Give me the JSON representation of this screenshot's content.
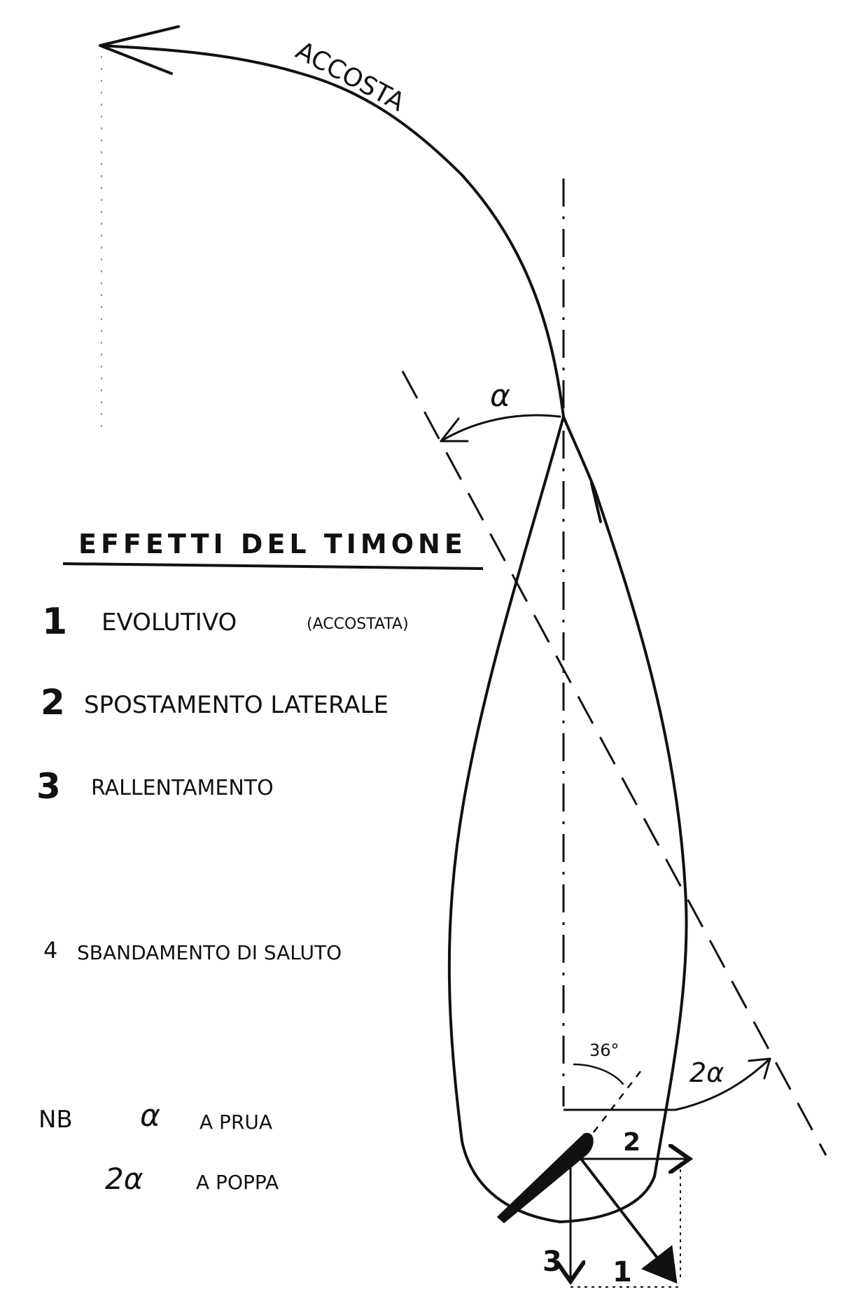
{
  "diagram": {
    "path_label": "ACCOSTA",
    "rudder_angle_label": "α",
    "stern_angle_label": "2α",
    "degrees_label": "36°",
    "title": "EFFETTI DEL TIMONE",
    "effects": [
      {
        "num": "1",
        "label": "EVOLUTIVO",
        "note": "(ACCOSTATA)"
      },
      {
        "num": "2",
        "label": "SPOSTAMENTO LATERALE"
      },
      {
        "num": "3",
        "label": "RALLENTAMENTO"
      },
      {
        "num": "4",
        "label": "SBANDAMENTO DI SALUTO"
      }
    ],
    "vectors": {
      "v1": "1",
      "v2": "2",
      "v3": "3"
    },
    "note": {
      "nb": "NB",
      "line1_symbol": "α",
      "line1_text": "A PRUA",
      "line2_symbol": "2α",
      "line2_text": "A POPPA"
    }
  }
}
